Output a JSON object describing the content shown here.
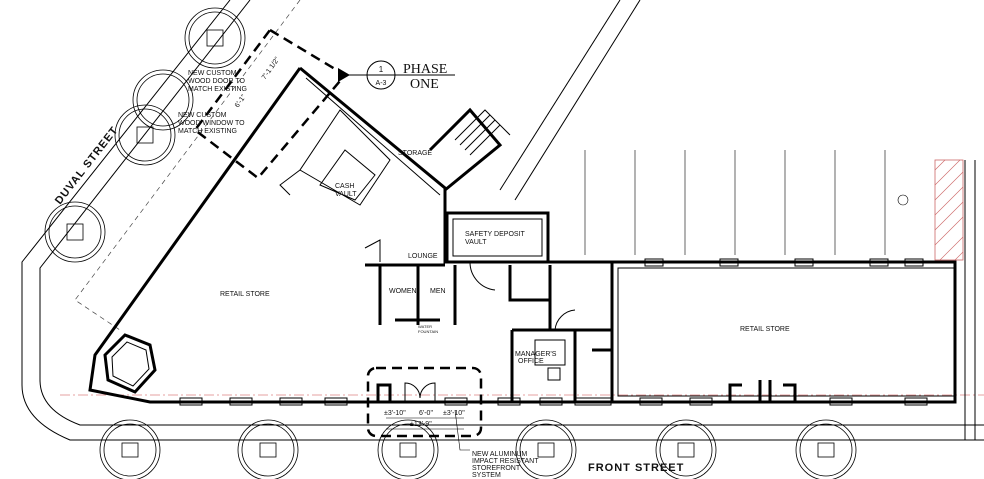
{
  "streets": {
    "duval": "DUVAL STREET",
    "front": "FRONT STREET"
  },
  "section_marker": {
    "number": "1",
    "sheet": "A-3",
    "title_line1": "PHASE",
    "title_line2": "ONE"
  },
  "notes": {
    "door": [
      "NEW CUSTOM",
      "WOOD DOOR TO",
      "MATCH EXISTING"
    ],
    "window": [
      "NEW CUSTOM",
      "WOOD WINDOW TO",
      "MATCH EXISTING"
    ],
    "storefront": [
      "NEW ALUMINUM",
      "IMPACT RESISTANT",
      "STOREFRONT",
      "SYSTEM"
    ]
  },
  "dimensions": {
    "d1": "7'-1 1/2\"",
    "d2": "6'-1\"",
    "d3": "±3'-10\"",
    "d4": "6'-0\"",
    "d5": "±3'-10\"",
    "d6": "±13'-9\""
  },
  "rooms": {
    "storage": "STORAGE",
    "cash_vault": [
      "CASH",
      "VAULT"
    ],
    "safety_deposit": [
      "SAFETY DEPOSIT",
      "VAULT"
    ],
    "lounge": "LOUNGE",
    "women": "WOMEN",
    "men": "MEN",
    "water_fountain": [
      "WATER",
      "FOUNTAIN"
    ],
    "retail_left": "RETAIL STORE",
    "retail_right": "RETAIL STORE",
    "manager": [
      "MANAGER'S",
      "OFFICE"
    ]
  }
}
